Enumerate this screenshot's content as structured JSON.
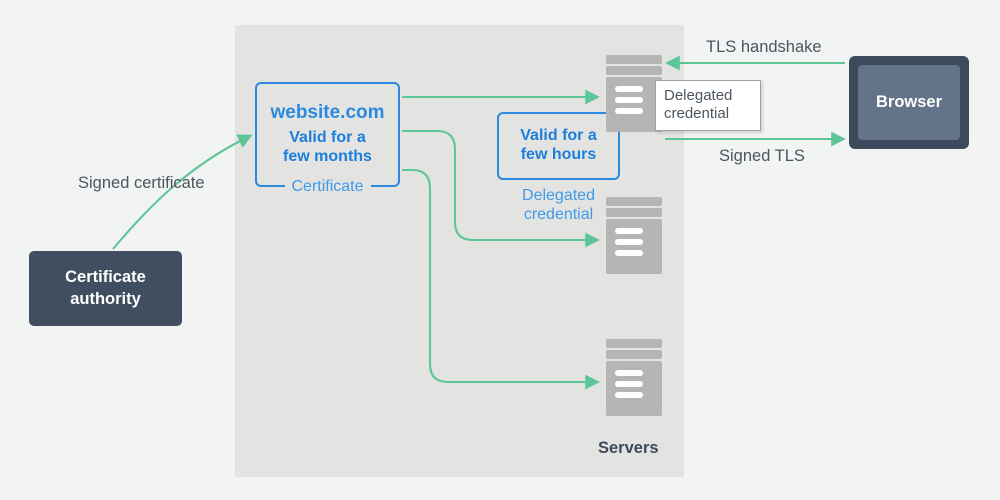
{
  "diagram": {
    "title": "Delegated credentials TLS flow",
    "background_color": "#f2f3f3",
    "panel_color": "#e3e3e2",
    "accent_blue": "#2b8ae0",
    "accent_green": "#5dc596",
    "dark_slate": "#414e60",
    "server_gray": "#b5b5b5"
  },
  "certificate_authority": {
    "line1": "Certificate",
    "line2": "authority"
  },
  "certificate_card": {
    "title": "website.com",
    "validity_line1": "Valid for a",
    "validity_line2": "few months",
    "legend": "Certificate"
  },
  "delegated_credential_card": {
    "validity_line1": "Valid for a",
    "validity_line2": "few hours",
    "legend_line1": "Delegated",
    "legend_line2": "credential"
  },
  "tooltip": {
    "line1": "Delegated",
    "line2": "credential"
  },
  "browser": {
    "label": "Browser"
  },
  "servers": {
    "label": "Servers",
    "count": 3
  },
  "labels": {
    "signed_certificate": "Signed certificate",
    "tls_handshake": "TLS handshake",
    "signed_tls": "Signed TLS"
  },
  "arrows": [
    {
      "name": "ca-to-certificate",
      "from": "Certificate authority",
      "to": "Certificate",
      "label": "Signed certificate",
      "direction": "right"
    },
    {
      "name": "certificate-to-server-1",
      "from": "Certificate",
      "to": "Server 1",
      "direction": "right"
    },
    {
      "name": "certificate-to-server-2",
      "from": "Certificate",
      "to": "Server 2",
      "direction": "right"
    },
    {
      "name": "certificate-to-server-3",
      "from": "Certificate",
      "to": "Server 3",
      "direction": "right"
    },
    {
      "name": "browser-to-server-tls-handshake",
      "from": "Browser",
      "to": "Server 1",
      "label": "TLS handshake",
      "direction": "left"
    },
    {
      "name": "server-to-browser-signed-tls",
      "from": "Server 1",
      "to": "Browser",
      "label": "Signed TLS",
      "direction": "right"
    }
  ]
}
